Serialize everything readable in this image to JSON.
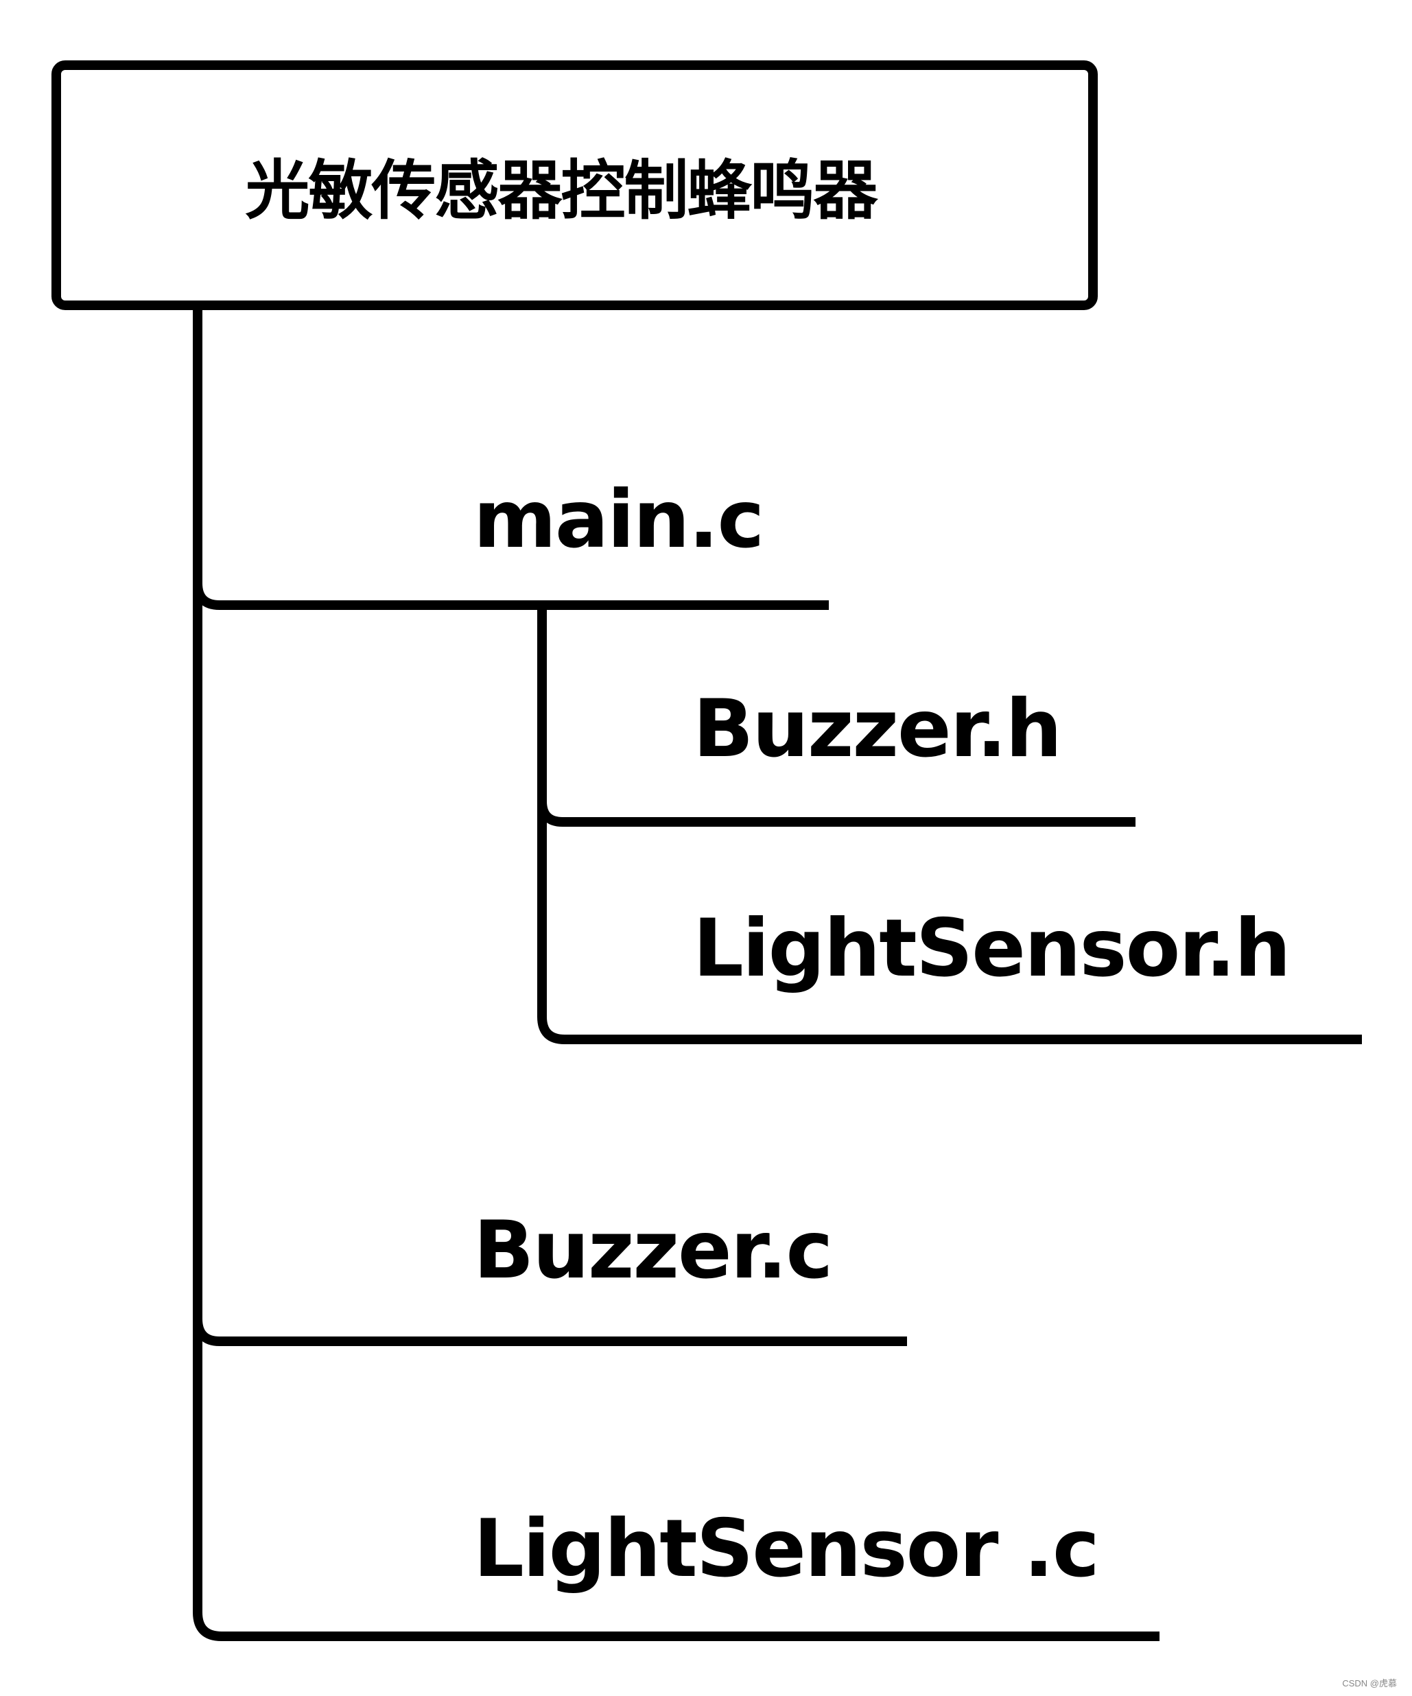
{
  "title": "光敏传感器控制蜂鸣器",
  "tree": {
    "root": "光敏传感器控制蜂鸣器",
    "children": [
      {
        "label": "main.c",
        "children": [
          {
            "label": "Buzzer.h"
          },
          {
            "label": "LightSensor.h"
          }
        ]
      },
      {
        "label": "Buzzer.c"
      },
      {
        "label": "LightSensor .c"
      }
    ]
  },
  "colors": {
    "line": "#000000",
    "background": "#ffffff",
    "text": "#000000"
  },
  "watermark": "CSDN @虎慕"
}
